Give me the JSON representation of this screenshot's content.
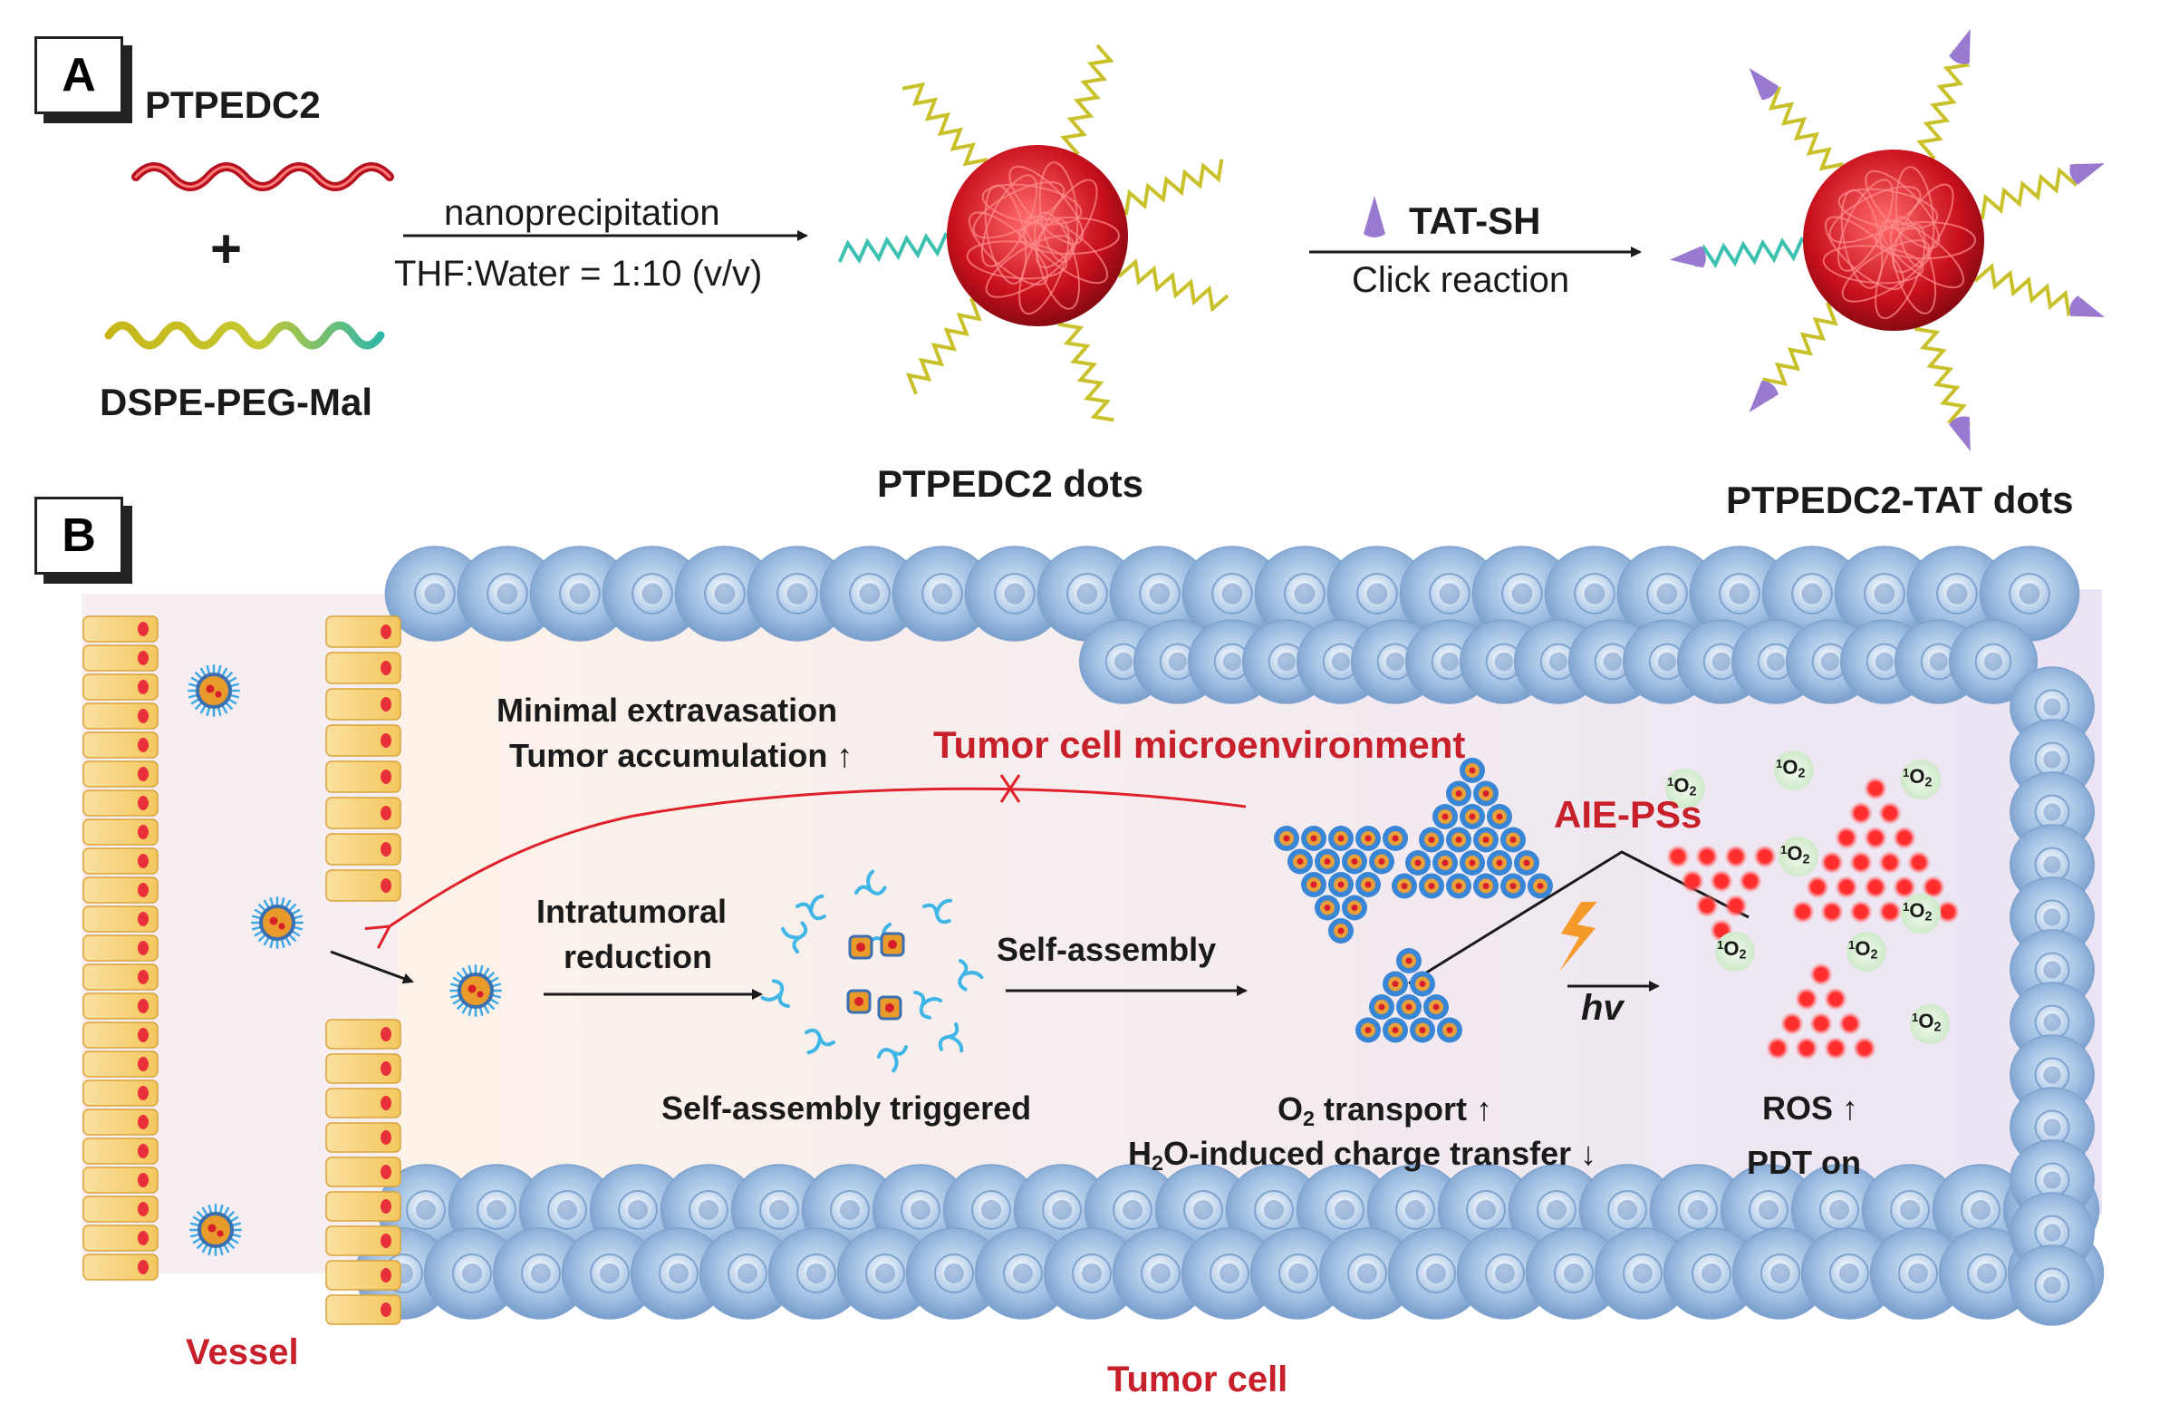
{
  "panelA": {
    "letter": "A",
    "polymer_label": "PTPEDC2",
    "plus": "+",
    "lipid_label": "DSPE-PEG-Mal",
    "step1_top": "nanoprecipitation",
    "step1_bottom": "THF:Water = 1:10 (v/v)",
    "dots_label": "PTPEDC2 dots",
    "step2_top": "TAT-SH",
    "step2_bottom": "Click reaction",
    "tat_dots_label": "PTPEDC2-TAT dots"
  },
  "panelB": {
    "letter": "B",
    "minimal_extravasation": "Minimal extravasation",
    "tumor_accumulation": "Tumor accumulation",
    "microenvironment": "Tumor cell microenvironment",
    "aie_pss": "AIE-PSs",
    "intratumoral": "Intratumoral",
    "reduction": "reduction",
    "self_assembly": "Self-assembly",
    "self_assembly_triggered": "Self-assembly triggered",
    "o2_prefix": "O",
    "o2_sub": "2",
    "o2_suffix": " transport",
    "h2o_prefix": "H",
    "h2o_sub": "2",
    "h2o_suffix": "O-induced charge transfer",
    "hv": "hv",
    "ros": "ROS",
    "pdt_on": "PDT on",
    "singlet_sup": "1",
    "singlet_main": "O",
    "singlet_sub": "2",
    "vessel": "Vessel",
    "tumor_cell": "Tumor cell",
    "arrow_up": "↑",
    "arrow_down": "↓"
  },
  "colors": {
    "accent_red": "#c8202a",
    "cell_blue": "#8fb4dc",
    "vessel_yellow": "#f2c35a"
  }
}
